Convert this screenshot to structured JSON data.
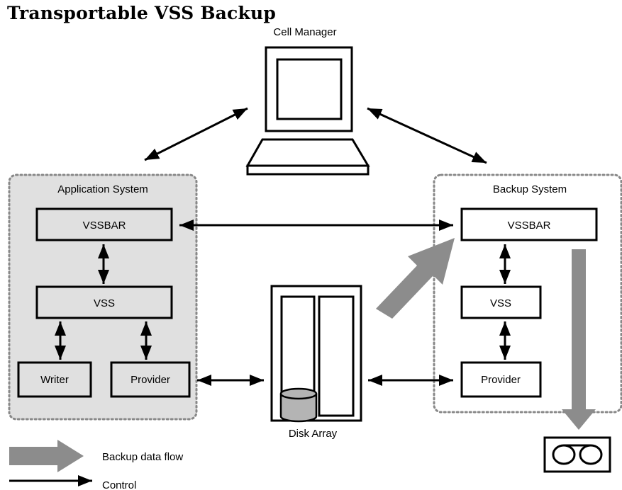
{
  "title": "Transportable VSS Backup",
  "nodes": {
    "cell_manager": "Cell Manager",
    "application_system": "Application System",
    "backup_system": "Backup System",
    "app_vssbar": "VSSBAR",
    "app_vss": "VSS",
    "app_writer": "Writer",
    "app_provider": "Provider",
    "backup_vssbar": "VSSBAR",
    "backup_vss": "VSS",
    "backup_provider": "Provider",
    "disk_array": "Disk Array"
  },
  "legend": {
    "data_flow": "Backup data flow",
    "control": "Control"
  },
  "colors": {
    "app_system_fill": "#e0e0e0",
    "data_flow_arrow": "#8c8c8c",
    "disk_fill": "#b4b4b4"
  },
  "icons": {
    "cell_manager": "computer-icon",
    "disk": "cylinder-icon",
    "tape": "tape-drive-icon"
  }
}
